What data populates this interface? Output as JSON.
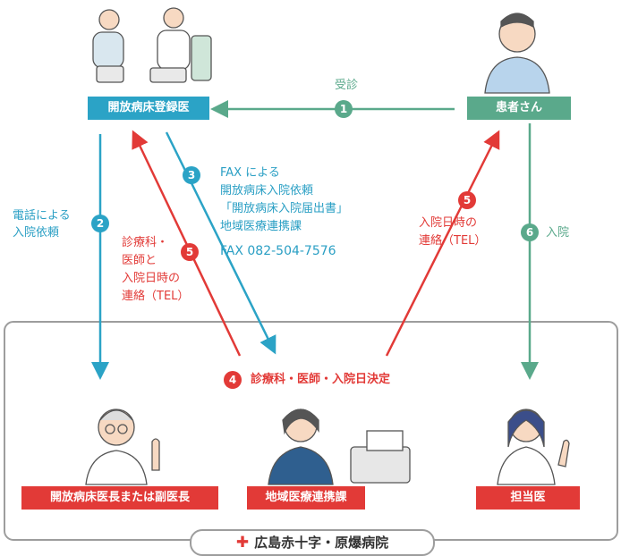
{
  "nodes": {
    "doctor": "開放病床登録医",
    "patient": "患者さん",
    "chief": "開放病床医長または副医長",
    "liaison": "地域医療連携課",
    "attending": "担当医"
  },
  "hospital": "広島赤十字・原爆病院",
  "steps": {
    "s1": {
      "num": "1",
      "label": "受診"
    },
    "s2": {
      "num": "2",
      "line1": "電話による",
      "line2": "入院依頼"
    },
    "s3": {
      "num": "3",
      "line1": "FAX による",
      "line2": "開放病床入院依頼",
      "line3": "「開放病床入院届出書」",
      "line4": "地域医療連携課",
      "line5": "FAX 082-504-7576"
    },
    "s4": {
      "num": "4",
      "label": "診療科・医師・入院日決定"
    },
    "s5a": {
      "num": "5",
      "line1": "診療科・",
      "line2": "医師と",
      "line3": "入院日時の",
      "line4": "連絡（TEL）"
    },
    "s5b": {
      "num": "5",
      "line1": "入院日時の",
      "line2": "連絡（TEL）"
    },
    "s6": {
      "num": "6",
      "label": "入院"
    }
  },
  "colors": {
    "green": "#5aa98b",
    "teal": "#2ba3c6",
    "red": "#e23a37",
    "frame": "#9d9d9d"
  }
}
